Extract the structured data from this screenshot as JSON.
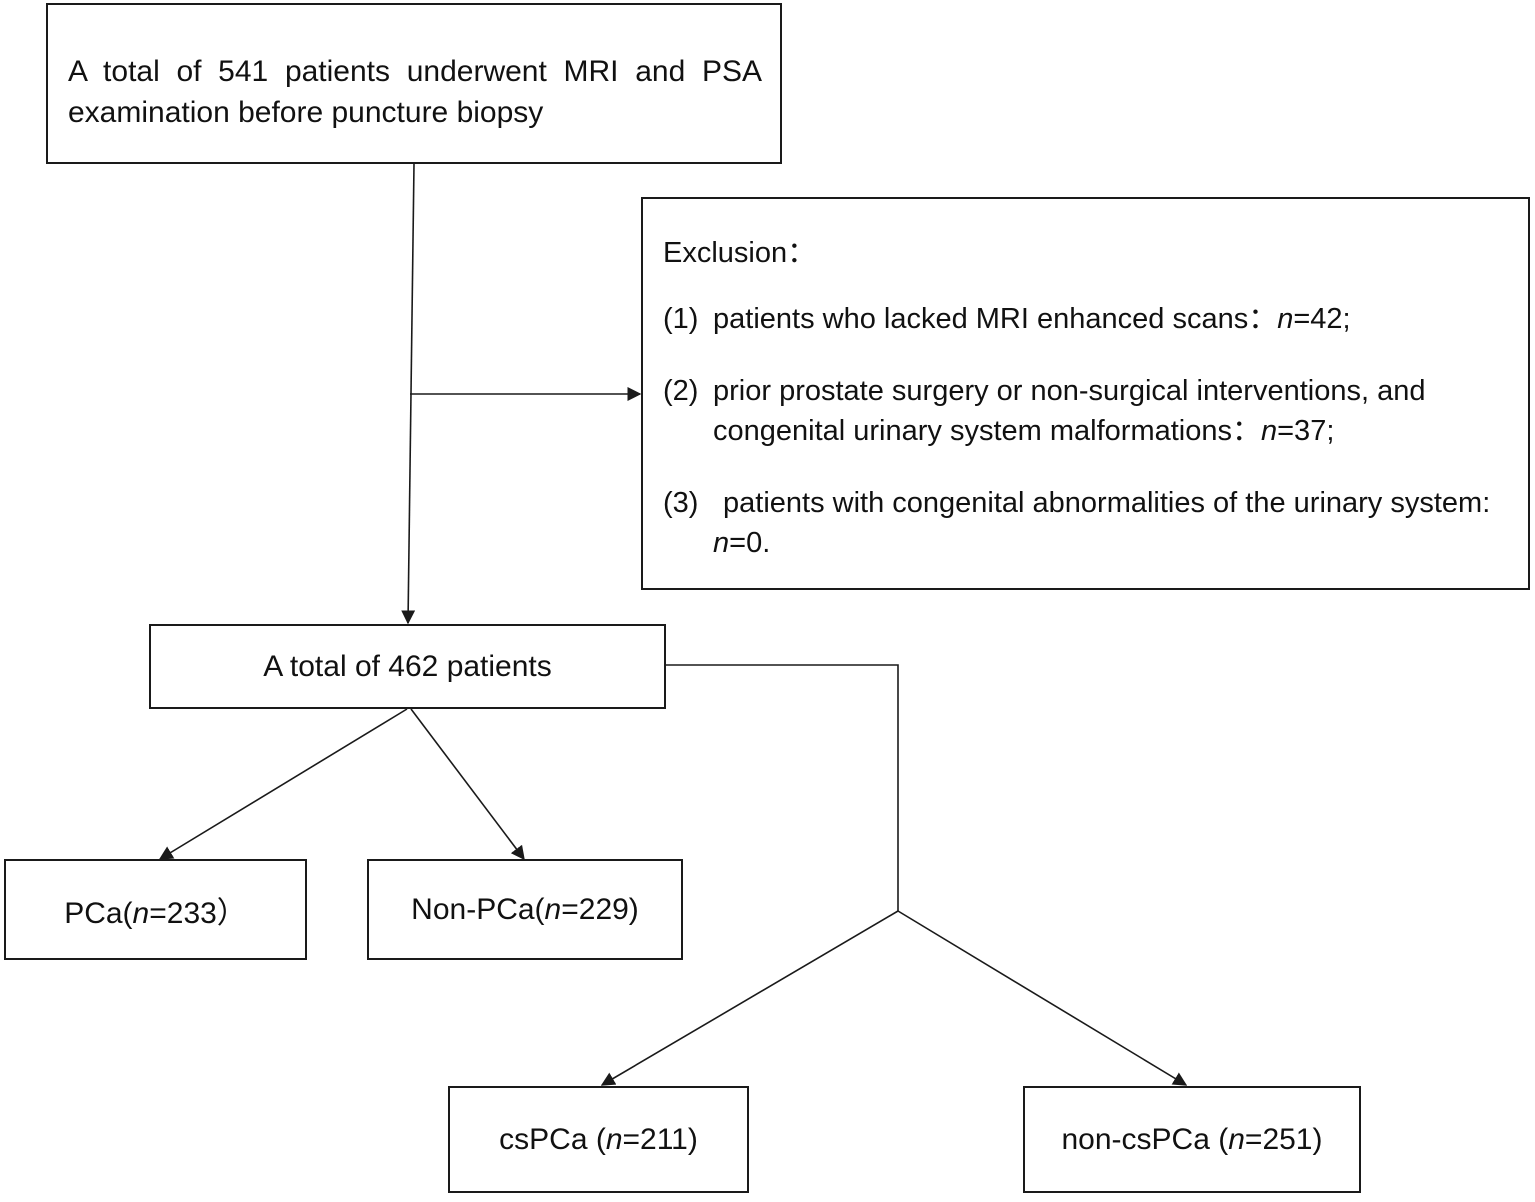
{
  "start_box": {
    "line1": "A total of 541 patients underwent MRI and PSA",
    "line2": "examination before puncture biopsy"
  },
  "exclusion": {
    "title": "Exclusion：",
    "items": [
      {
        "num": "(1)",
        "text_pre": "patients who lacked MRI enhanced scans：",
        "n_label": "n",
        "n_rest": "=42;"
      },
      {
        "num": "(2)",
        "text_pre": "prior prostate surgery or non-surgical interventions, and congenital urinary system malformations：",
        "n_label": "n",
        "n_rest": "=37;"
      },
      {
        "num": "(3)",
        "text_pre": "patients with congenital abnormalities of the urinary system: ",
        "n_label": "n",
        "n_rest": "=0."
      }
    ]
  },
  "total_box": {
    "text": "A total of 462 patients"
  },
  "pca_box": {
    "pre": "PCa(",
    "n_label": "n",
    "post": "=233）"
  },
  "nonpca_box": {
    "pre": "Non-PCa(",
    "n_label": "n",
    "post": "=229)"
  },
  "cspca_box": {
    "pre": "csPCa (",
    "n_label": "n",
    "post": "=211)"
  },
  "noncspca_box": {
    "pre": "non-csPCa (",
    "n_label": "n",
    "post": "=251)"
  },
  "colors": {
    "line": "#1a1a1a",
    "text": "#111111",
    "background": "#ffffff"
  }
}
